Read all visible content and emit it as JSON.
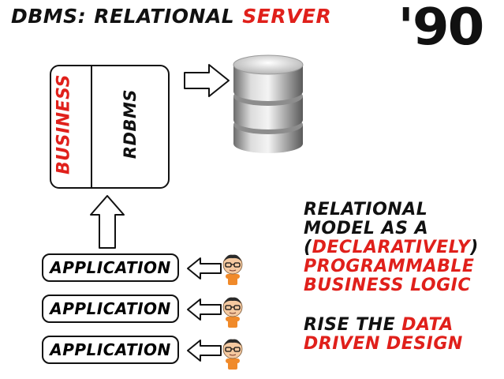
{
  "title": {
    "prefix": "DBMS:",
    "word1": "Relational",
    "word2": "Server",
    "year": "'90"
  },
  "diagram": {
    "server_box": {
      "left_label": "Business",
      "right_label": "RDBMS"
    },
    "applications": [
      "Application",
      "Application",
      "Application"
    ]
  },
  "description": {
    "para1": [
      [
        {
          "t": "Relational",
          "c": "black"
        }
      ],
      [
        {
          "t": "model as a",
          "c": "black"
        }
      ],
      [
        {
          "t": "(",
          "c": "black"
        },
        {
          "t": "declaratively",
          "c": "red"
        },
        {
          "t": ")",
          "c": "black"
        }
      ],
      [
        {
          "t": "programmable",
          "c": "red"
        }
      ],
      [
        {
          "t": "business logic",
          "c": "red"
        }
      ]
    ],
    "para2": [
      [
        {
          "t": "Rise the ",
          "c": "black"
        },
        {
          "t": "data",
          "c": "red"
        }
      ],
      [
        {
          "t": "driven design",
          "c": "red"
        }
      ]
    ]
  },
  "colors": {
    "accent": "#e0201b",
    "ink": "#111111",
    "skin": "#f5c9a0",
    "shirt": "#f08a2a"
  },
  "icons": [
    "database-cylinder-icon",
    "right-arrow-icon",
    "up-arrow-icon",
    "left-arrow-icon",
    "person-icon"
  ]
}
